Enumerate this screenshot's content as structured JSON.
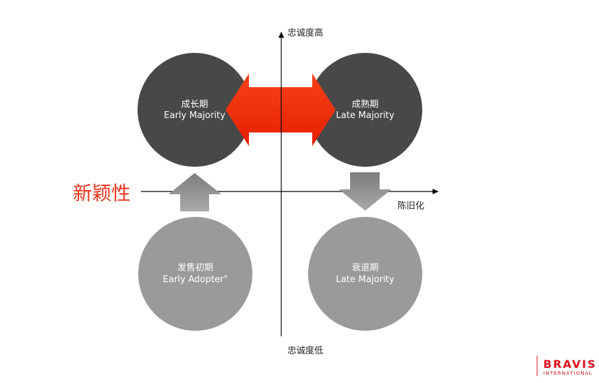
{
  "axes": {
    "vertical_top": "忠诚度高",
    "vertical_bottom": "忠诚度低",
    "horizontal_right": "陈旧化"
  },
  "novelty_label": "新颖性",
  "quadrants": {
    "top_left": {
      "cn": "成长期",
      "en": "Early Majority"
    },
    "top_right": {
      "cn": "成熟期",
      "en": "Late Majority"
    },
    "bottom_left": {
      "cn": "发售初期",
      "en": "Early Adopter\""
    },
    "bottom_right": {
      "cn": "衰退期",
      "en": "Late Majority"
    }
  },
  "colors": {
    "dark_circle": "#484848",
    "light_circle": "#9a9a9a",
    "red_arrow": "#f02a06",
    "gray_arrow": "#8c8c8c",
    "brand": "#e0101e"
  },
  "logo": {
    "name": "BRAVIS",
    "sub": "INTERNATIONAL"
  }
}
